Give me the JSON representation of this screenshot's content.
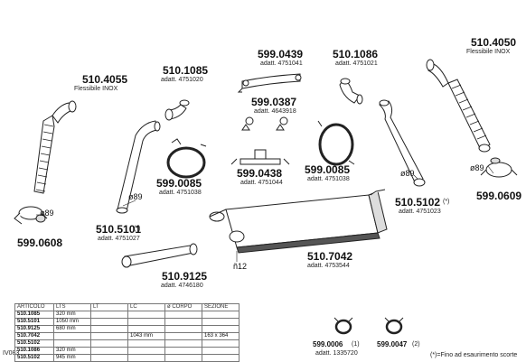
{
  "parts": [
    {
      "id": "p1",
      "code": "510.4055",
      "sub": "Flessibile INOX"
    },
    {
      "id": "p2",
      "code": "510.1085",
      "sub": "adatt. 4751020"
    },
    {
      "id": "p3",
      "code": "599.0439",
      "sub": "adatt. 4751041"
    },
    {
      "id": "p4",
      "code": "510.1086",
      "sub": "adatt. 4751021"
    },
    {
      "id": "p5",
      "code": "510.4050",
      "sub": "Flessibile INOX"
    },
    {
      "id": "p6",
      "code": "599.0387",
      "sub": "adatt. 4643918"
    },
    {
      "id": "p7",
      "code": "599.0438",
      "sub": "adatt. 4751044"
    },
    {
      "id": "p8",
      "code": "599.0085",
      "sub": "adatt. 4751038"
    },
    {
      "id": "p9",
      "code": "599.0085",
      "sub": "adatt. 4751038"
    },
    {
      "id": "p10",
      "code": "599.0608",
      "sub": ""
    },
    {
      "id": "p11",
      "code": "599.0609",
      "sub": ""
    },
    {
      "id": "p12",
      "code": "510.5101",
      "sub": "adatt. 4751027"
    },
    {
      "id": "p13",
      "code": "510.5102",
      "sub": "adatt. 4751023"
    },
    {
      "id": "p14",
      "code": "510.7042",
      "sub": "adatt. 4753544"
    },
    {
      "id": "p15",
      "code": "510.9125",
      "sub": "adatt. 4746180"
    },
    {
      "id": "p16",
      "code": "599.0006",
      "sub": "adatt. 1335720"
    },
    {
      "id": "p17",
      "code": "599.0047",
      "sub": ""
    }
  ],
  "dims": {
    "d89_left": "ø89",
    "d89_clamp_left": "ø89",
    "d89_right": "ø89",
    "d89_clamp_right": "ø89",
    "d112": "ñ12",
    "star_p12": "(*)",
    "star_p13": "(*)",
    "sup_p16": "(1)",
    "sup_p17": "(2)"
  },
  "footnote": "(*)=Fino ad esaurimento scorte",
  "side_code": "IV083",
  "table": {
    "headers": [
      "ARTICOLO",
      "LTS",
      "LT",
      "LC",
      "ø CORPO",
      "SEZIONE"
    ],
    "rows": [
      [
        "510.1085",
        "320 mm",
        "",
        "",
        "",
        ""
      ],
      [
        "510.5101",
        "1050 mm",
        "",
        "",
        "",
        ""
      ],
      [
        "510.9125",
        "680 mm",
        "",
        "",
        "",
        ""
      ],
      [
        "510.7042",
        "",
        "",
        "1043 mm",
        "",
        "163 x 364"
      ],
      [
        "510.5102",
        "",
        "",
        "",
        "",
        ""
      ],
      [
        "510.1086",
        "320 mm",
        "",
        "",
        "",
        ""
      ],
      [
        "510.5102",
        "945 mm",
        "",
        "",
        "",
        ""
      ]
    ]
  },
  "colors": {
    "line": "#222222",
    "fill": "#ffffff",
    "shade": "#555555"
  }
}
